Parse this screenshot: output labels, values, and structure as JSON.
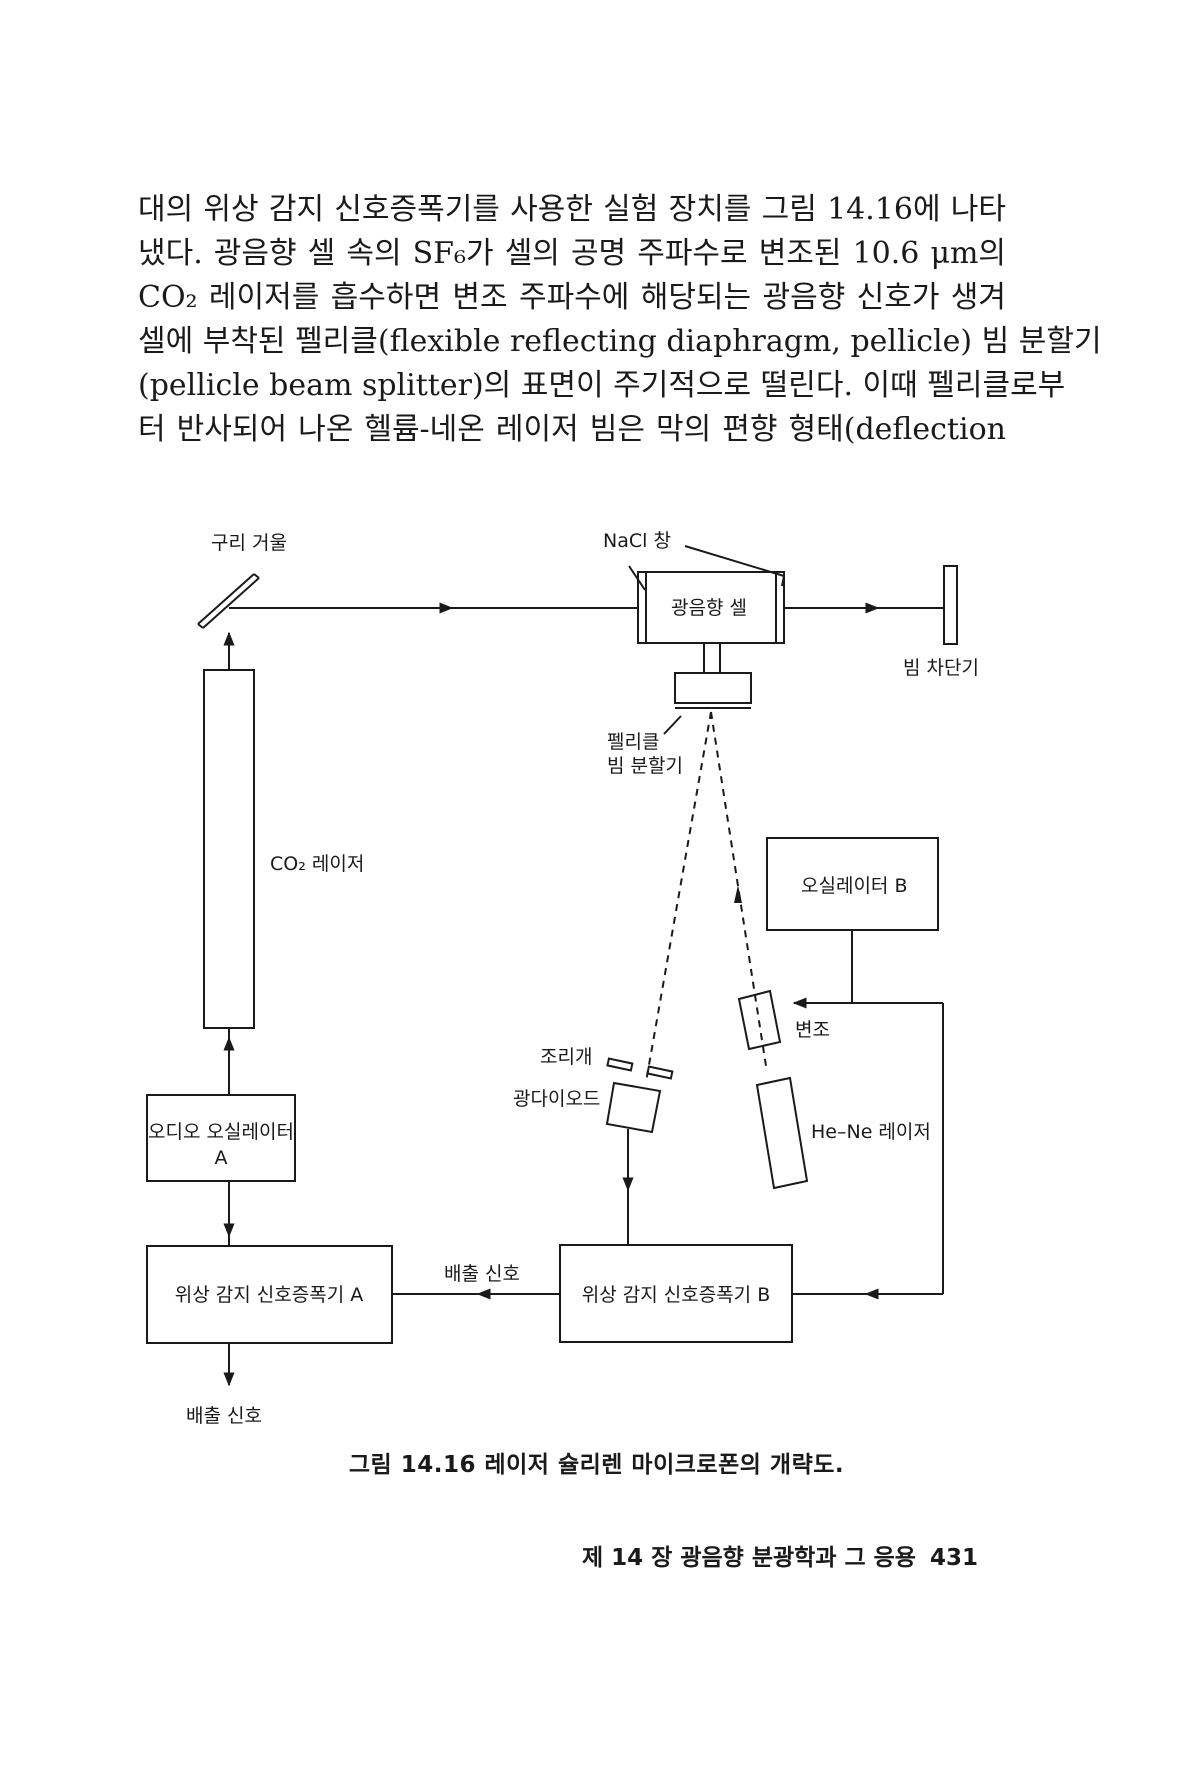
{
  "body_text": {
    "lines": [
      "대의 위상 감지 신호증폭기를 사용한 실험 장치를 그림 14.16에 나타",
      "냈다. 광음향 셀 속의 SF₆가 셀의 공명 주파수로 변조된 10.6 μm의",
      "CO₂ 레이저를 흡수하면 변조 주파수에 해당되는 광음향 신호가 생겨",
      "셀에 부착된 펠리클(flexible reflecting diaphragm, pellicle) 빔 분할기",
      "(pellicle beam splitter)의 표면이 주기적으로 떨린다. 이때 펠리클로부",
      "터 반사되어 나온 헬륨-네온 레이저 빔은 막의 편향 형태(deflection"
    ]
  },
  "diagram": {
    "copper_mirror": "구리 거울",
    "nacl_window": "NaCl 창",
    "photoacoustic_cell": "광음향 셀",
    "beam_stop": "빔 차단기",
    "pellicle_line1": "펠리클",
    "pellicle_line2": "빔 분할기",
    "co2_laser": "CO₂ 레이저",
    "oscillator_b": "오실레이터 B",
    "modulation": "변조",
    "iris": "조리개",
    "photodiode": "광다이오드",
    "hene_laser": "He–Ne 레이저",
    "audio_osc_line1": "오디오 오실레이터",
    "audio_osc_line2": "A",
    "lockin_a": "위상 감지 신호증폭기 A",
    "lockin_b": "위상 감지 신호증폭기 B",
    "output_signal_mid": "배출 신호",
    "output_signal_bottom": "배출 신호"
  },
  "caption": "그림 14.16 레이저 슐리렌 마이크로폰의 개략도.",
  "footer": {
    "chapter": "제 14 장  광음향 분광학과 그 응용",
    "page": "431"
  }
}
